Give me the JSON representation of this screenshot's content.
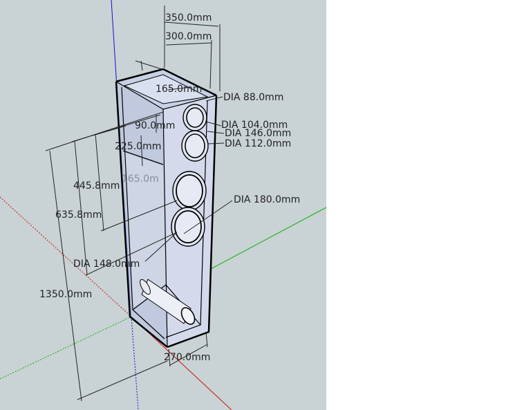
{
  "viewport": {
    "background": "#c9d2d4"
  },
  "axes": {
    "red": "#d01010",
    "green": "#10b010",
    "blue": "#1010d0"
  },
  "dimensions": {
    "width_350": "350.0mm",
    "width_300": "300.0mm",
    "depth_165": "165.0mm",
    "offset_90": "90.0mm",
    "offset_225": "225.0mm",
    "height_445": "445.8mm",
    "height_635": "635.8mm",
    "height_1350": "1350.0mm",
    "depth_270": "270.0mm",
    "ghost": "165.0m"
  },
  "diameters": {
    "tweeter_outer": "DIA 88.0mm",
    "tweeter_inner": "DIA 104.0mm",
    "mid_outer": "DIA 146.0mm",
    "mid_inner": "DIA 112.0mm",
    "woofer_outer": "DIA 180.0mm",
    "woofer_inner": "DIA 148.0mm"
  }
}
